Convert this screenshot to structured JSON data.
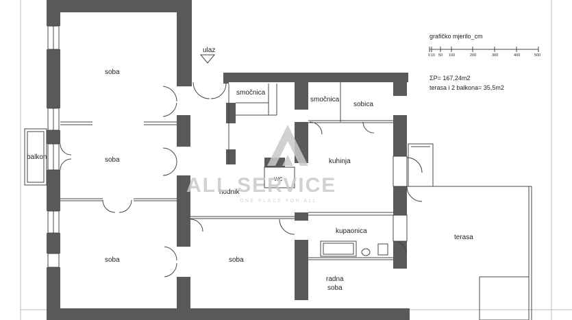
{
  "rooms": [
    {
      "label": "soba"
    },
    {
      "label": "soba"
    },
    {
      "label": "soba"
    },
    {
      "label": "balkon"
    },
    {
      "label": "smočnica"
    },
    {
      "label": "smočnica"
    },
    {
      "label": "sobica"
    },
    {
      "label": "kuhinja"
    },
    {
      "label": "hodnik"
    },
    {
      "label": "wc"
    },
    {
      "label": "kupaonica"
    },
    {
      "label": "soba"
    },
    {
      "label": "radna"
    },
    {
      "label": "soba"
    },
    {
      "label": "terasa"
    }
  ],
  "entrance": {
    "label": "ulaz"
  },
  "scale": {
    "title": "grafičko mjerilo_cm",
    "ticks": [
      "0",
      "10",
      "50",
      "100",
      "200",
      "300",
      "400",
      "500"
    ]
  },
  "areas": {
    "total": "ΣP= 167,24m2",
    "terrace": "terasa i 2 balkona= 35,5m2"
  },
  "watermark": {
    "brand": "ALL SERVICE",
    "tagline": "ONE PLACE FOR ALL"
  },
  "colors": {
    "wall": "#5a5a5a",
    "line": "#444444",
    "watermark": "#c9c9c9"
  }
}
